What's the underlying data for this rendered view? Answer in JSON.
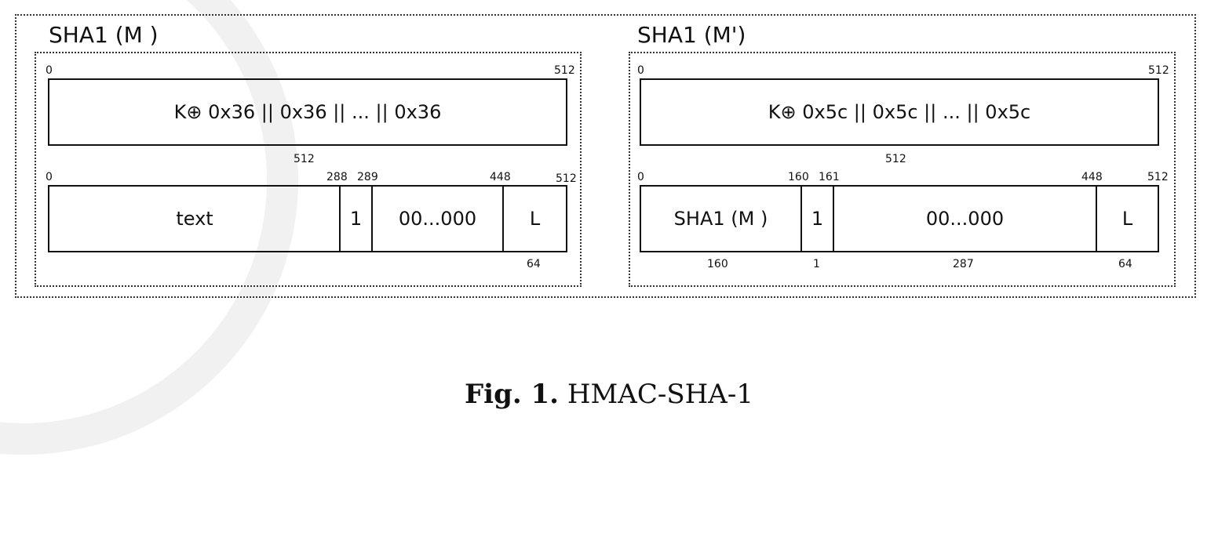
{
  "left": {
    "title": "SHA1 (M )",
    "top_box": {
      "label": "K⊕ 0x36 || 0x36 || ... || 0x36",
      "start": "0",
      "end": "512",
      "width_label": "512"
    },
    "bottom_box": {
      "ticks": [
        "0",
        "288",
        "289",
        "448",
        "512"
      ],
      "cells": [
        "text",
        "1",
        "00...000",
        "L"
      ],
      "sizes": [
        "",
        "",
        "",
        "64"
      ]
    }
  },
  "right": {
    "title": "SHA1 (M')",
    "top_box": {
      "label": "K⊕ 0x5c || 0x5c || ... || 0x5c",
      "start": "0",
      "end": "512",
      "width_label": "512"
    },
    "bottom_box": {
      "ticks": [
        "0",
        "160",
        "161",
        "448",
        "512"
      ],
      "cells": [
        "SHA1 (M )",
        "1",
        "00...000",
        "L"
      ],
      "sizes": [
        "160",
        "1",
        "287",
        "64"
      ]
    }
  },
  "caption": {
    "label": "Fig. 1.",
    "text": "HMAC-SHA-1"
  }
}
